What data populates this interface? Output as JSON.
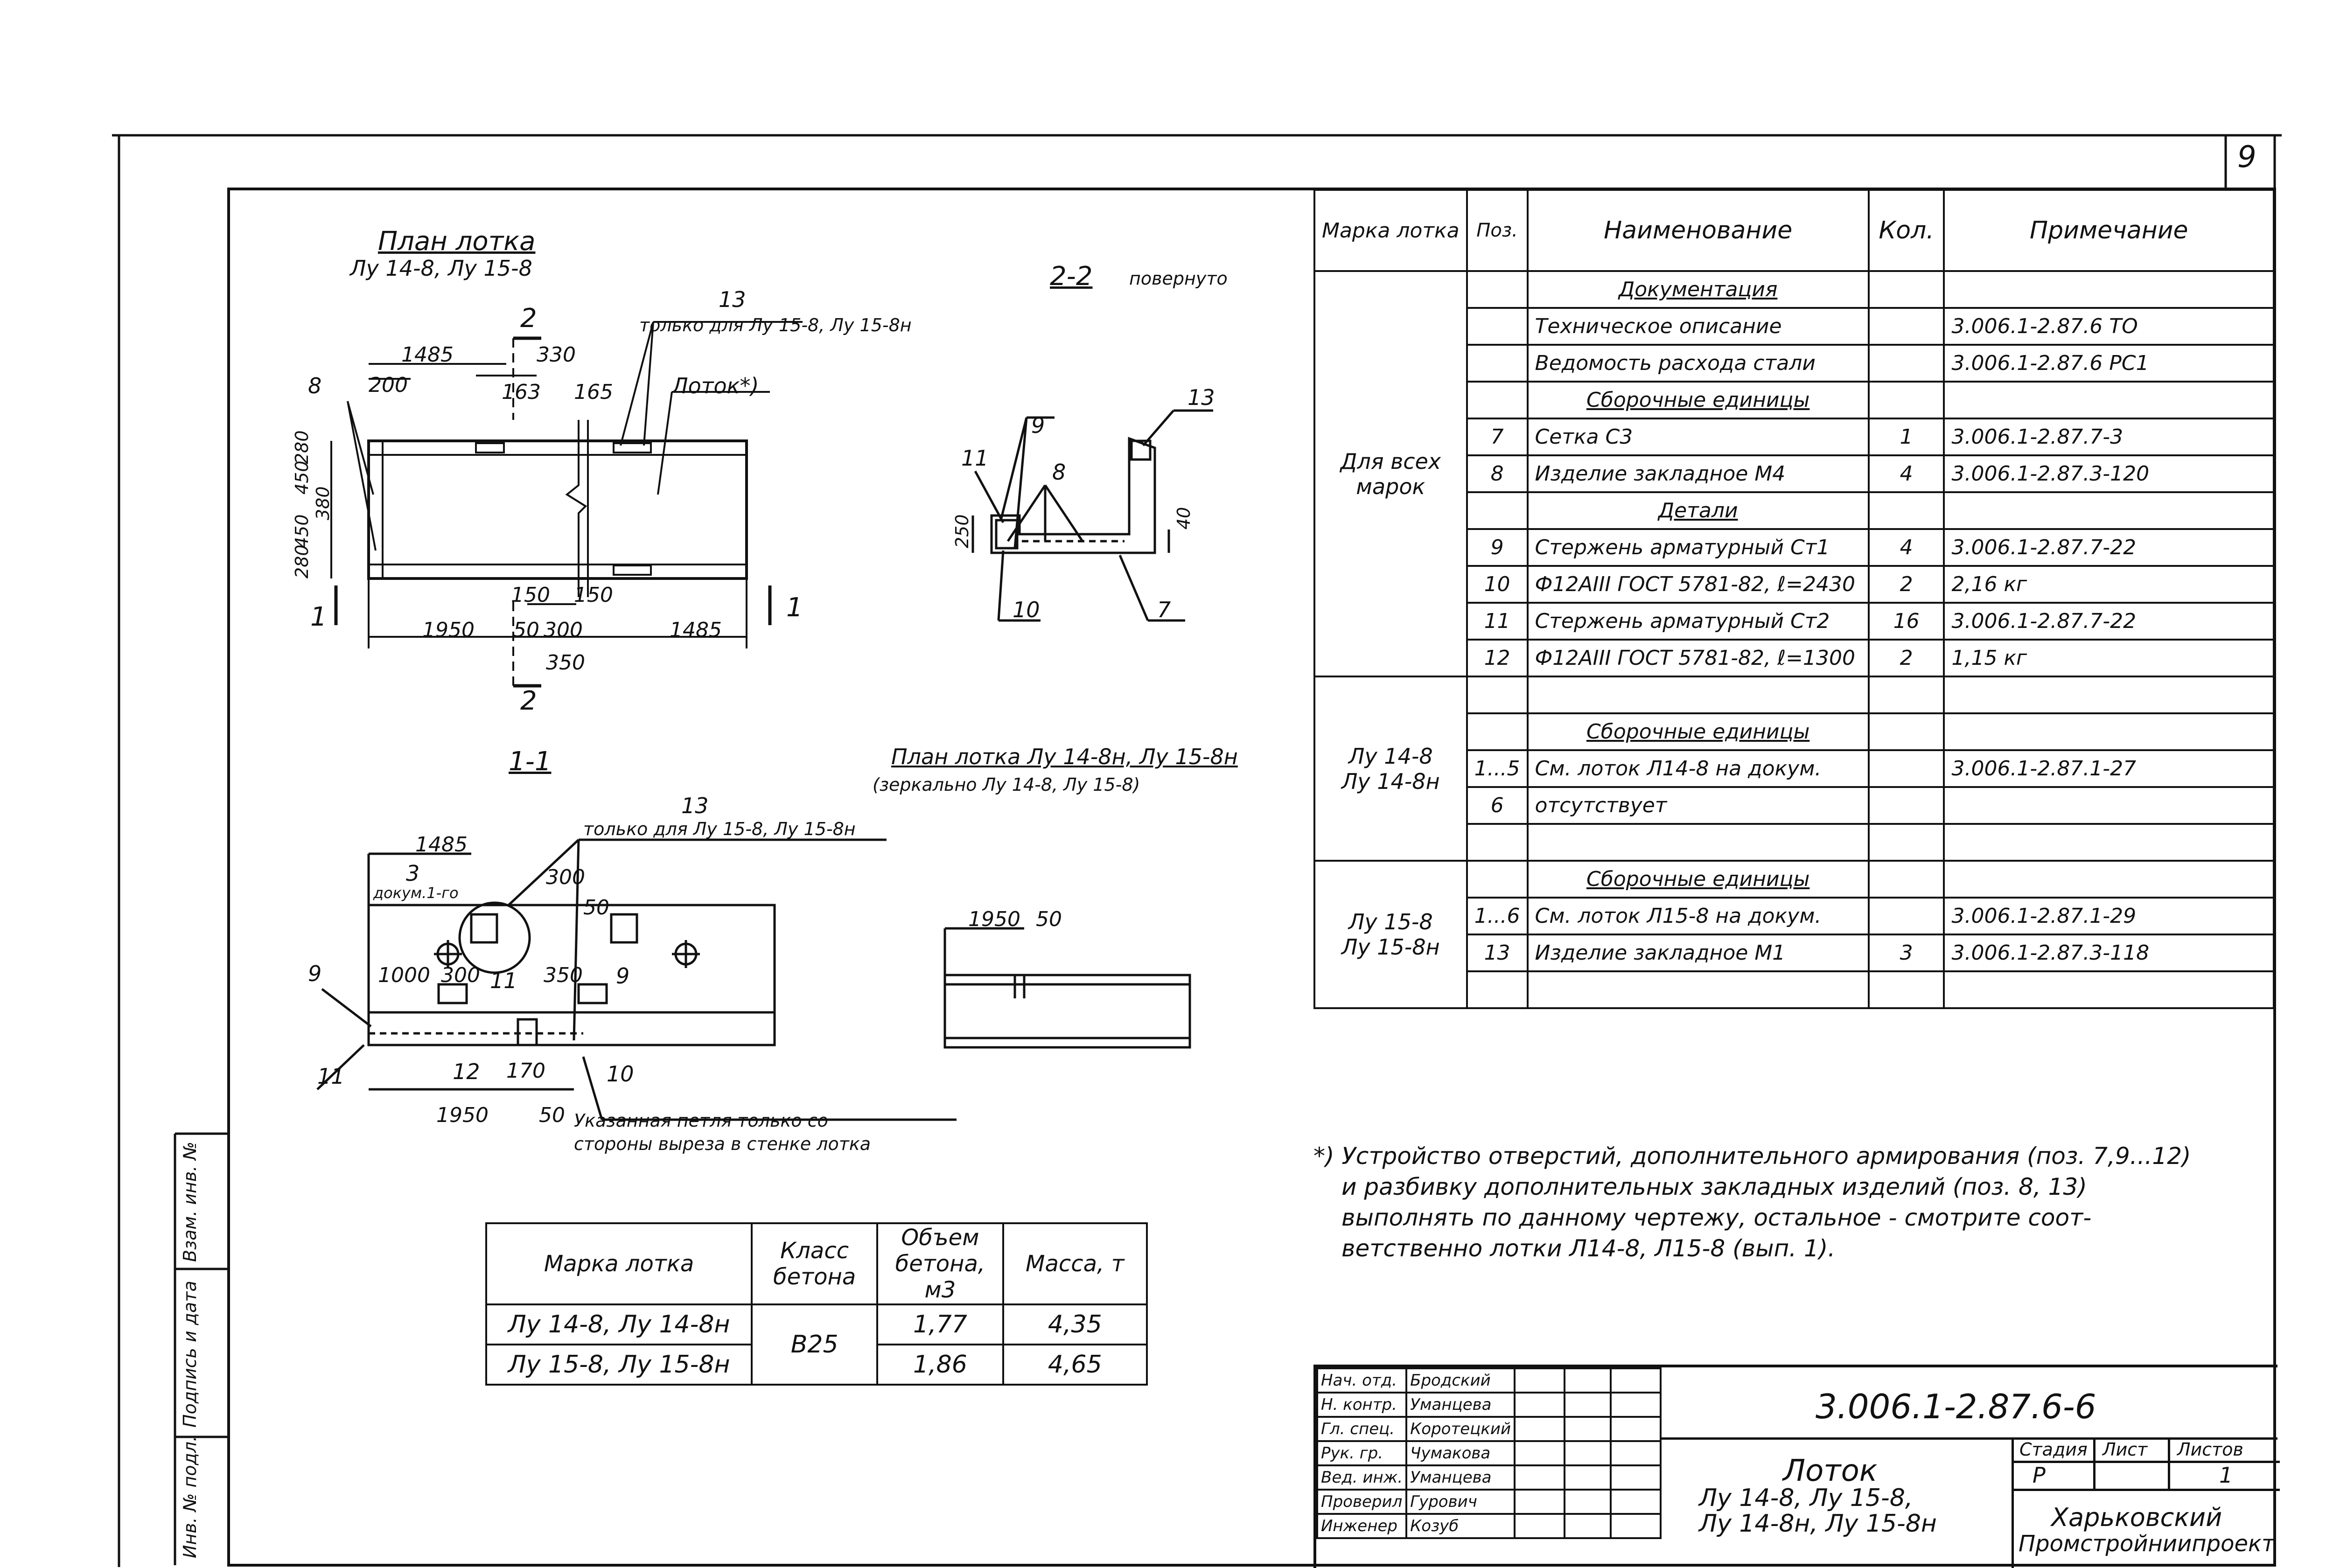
{
  "sheet_number": "9",
  "drawings": {
    "plan_title": "План лотка",
    "plan_subtitle": "Лу 14-8, Лу 15-8",
    "section22_title": "2-2",
    "section22_note": "повернуто",
    "section11_title": "1-1",
    "plan_mirror_title": "План лотка Лу 14-8н, Лу 15-8н",
    "plan_mirror_subtitle": "(зеркально Лу 14-8, Лу 15-8)",
    "note_only_for_a": "только для Лу 15-8, Лу 15-8н",
    "note_only_for_b": "только для Лу 15-8, Лу 15-8н",
    "lotok_label": "Лоток*)",
    "loop_note_1": "Указанная петля только со",
    "loop_note_2": "стороны выреза в стенке лотка",
    "dokum_label": "докум.1-го",
    "cut_2": "2",
    "cut_1": "1",
    "pos": {
      "p13a": "13",
      "p8": "8",
      "p9": "9",
      "p11": "11",
      "p13b": "13",
      "p8b": "8",
      "p10": "10",
      "p7": "7",
      "p13c": "13",
      "p3": "3",
      "p9a": "9",
      "p9b": "9",
      "p11b": "11",
      "p12": "12",
      "p10b": "10",
      "p11c": "11"
    },
    "dims": {
      "d1485a": "1485",
      "d200": "200",
      "d163": "163",
      "d330": "330",
      "d165": "165",
      "d280a": "280",
      "d450a": "450",
      "d380": "380",
      "d450b": "450",
      "d280b": "280",
      "d1950a": "1950",
      "d150a": "150",
      "d150b": "150",
      "d50a": "50",
      "d300a": "300",
      "d350a": "350",
      "d1485b": "1485",
      "d250": "250",
      "d40": "40",
      "d1485c": "1485",
      "d300b": "300",
      "d1000": "1000",
      "d300c": "300",
      "d350b": "350",
      "d50b": "50",
      "d170": "170",
      "d1950b": "1950",
      "d50c": "50",
      "d1950c": "1950",
      "d50d": "50"
    }
  },
  "spec_table": {
    "headers": {
      "marka": "Марка лотка",
      "poz": "Поз.",
      "name": "Наименование",
      "kol": "Кол.",
      "prim": "Примечание"
    },
    "group_all": "Для всех марок",
    "group_14": "Лу 14-8\nЛу 14-8н",
    "group_15": "Лу 15-8\nЛу 15-8н",
    "rows": [
      {
        "poz": "",
        "name": "Документация",
        "kol": "",
        "prim": "",
        "heading": true
      },
      {
        "poz": "",
        "name": "Техническое описание",
        "kol": "",
        "prim": "3.006.1-2.87.6 ТО"
      },
      {
        "poz": "",
        "name": "Ведомость расхода стали",
        "kol": "",
        "prim": "3.006.1-2.87.6 РС1"
      },
      {
        "poz": "",
        "name": "Сборочные единицы",
        "kol": "",
        "prim": "",
        "heading": true
      },
      {
        "poz": "7",
        "name": "Сетка С3",
        "kol": "1",
        "prim": "3.006.1-2.87.7-3"
      },
      {
        "poz": "8",
        "name": "Изделие закладное М4",
        "kol": "4",
        "prim": "3.006.1-2.87.3-120"
      },
      {
        "poz": "",
        "name": "Детали",
        "kol": "",
        "prim": "",
        "heading": true
      },
      {
        "poz": "9",
        "name": "Стержень арматурный Ст1",
        "kol": "4",
        "prim": "3.006.1-2.87.7-22"
      },
      {
        "poz": "10",
        "name": "Ф12АIII ГОСТ 5781-82, ℓ=2430",
        "kol": "2",
        "prim": "2,16 кг"
      },
      {
        "poz": "11",
        "name": "Стержень арматурный Ст2",
        "kol": "16",
        "prim": "3.006.1-2.87.7-22"
      },
      {
        "poz": "12",
        "name": "Ф12АIII ГОСТ 5781-82, ℓ=1300",
        "kol": "2",
        "prim": "1,15 кг"
      },
      {
        "poz": "",
        "name": "",
        "kol": "",
        "prim": ""
      },
      {
        "poz": "",
        "name": "Сборочные единицы",
        "kol": "",
        "prim": "",
        "heading": true
      },
      {
        "poz": "1...5",
        "name": "См. лоток Л14-8 на докум.",
        "kol": "",
        "prim": "3.006.1-2.87.1-27"
      },
      {
        "poz": "6",
        "name": "отсутствует",
        "kol": "",
        "prim": ""
      },
      {
        "poz": "",
        "name": "",
        "kol": "",
        "prim": ""
      },
      {
        "poz": "",
        "name": "Сборочные единицы",
        "kol": "",
        "prim": "",
        "heading": true
      },
      {
        "poz": "1...6",
        "name": "См. лоток Л15-8 на докум.",
        "kol": "",
        "prim": "3.006.1-2.87.1-29"
      },
      {
        "poz": "13",
        "name": "Изделие закладное М1",
        "kol": "3",
        "prim": "3.006.1-2.87.3-118"
      },
      {
        "poz": "",
        "name": "",
        "kol": "",
        "prim": ""
      }
    ]
  },
  "footnote": {
    "line1": "*) Устройство отверстий, дополнительного армирования (поз. 7,9...12)",
    "line2": "и разбивку дополнительных закладных изделий (поз. 8, 13)",
    "line3": "выполнять по данному чертежу, остальное - смотрите соот-",
    "line4": "ветственно лотки Л14-8, Л15-8 (вып. 1)."
  },
  "mass_table": {
    "h_marka": "Марка лотка",
    "h_klass": "Класс бетона",
    "h_obem": "Объем бетона, м3",
    "h_massa": "Масса, т",
    "rows": [
      {
        "marka": "Лу 14-8, Лу 14-8н",
        "obem": "1,77",
        "massa": "4,35"
      },
      {
        "marka": "Лу 15-8, Лу 15-8н",
        "obem": "1,86",
        "massa": "4,65"
      }
    ],
    "klass": "В25"
  },
  "side_stamp": {
    "a": "Инв. № подл.",
    "b": "Подпись и дата",
    "c": "Взам. инв. №"
  },
  "title_block": {
    "doc_code": "3.006.1-2.87.6-6",
    "people": [
      {
        "role": "Нач. отд.",
        "name": "Бродский"
      },
      {
        "role": "Н. контр.",
        "name": "Уманцева"
      },
      {
        "role": "Гл. спец.",
        "name": "Коротецкий"
      },
      {
        "role": "Рук. гр.",
        "name": "Чумакова"
      },
      {
        "role": "Вед. инж.",
        "name": "Уманцева"
      },
      {
        "role": "Проверил",
        "name": "Гурович"
      },
      {
        "role": "Инженер",
        "name": "Козуб"
      }
    ],
    "title_1": "Лоток",
    "title_2": "Лу 14-8, Лу 15-8,",
    "title_3": "Лу 14-8н, Лу 15-8н",
    "stage_label": "Стадия",
    "sheet_label": "Лист",
    "sheets_label": "Листов",
    "stage": "Р",
    "sheets": "1",
    "org_1": "Харьковский",
    "org_2": "Промстройниипроект"
  }
}
